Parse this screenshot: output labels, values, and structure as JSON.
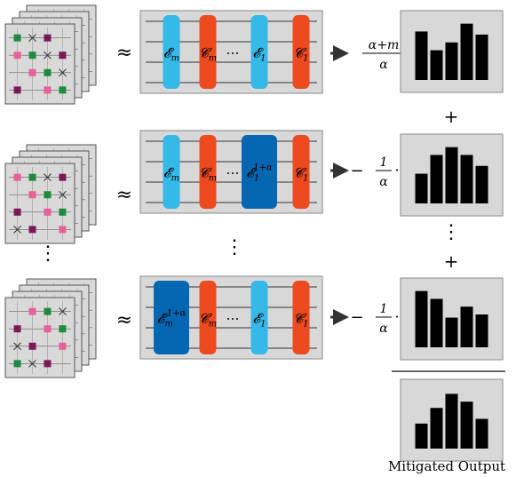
{
  "approx_symbol": "≈",
  "dots_h": "⋯",
  "dots_v": "⋮",
  "plus": "+",
  "rows": [
    {
      "gates": [
        {
          "label": "𝓔",
          "sub": "m",
          "sup": "",
          "color": "#35b9e9"
        },
        {
          "label": "𝓒",
          "sub": "m",
          "sup": "",
          "color": "#ee4a20"
        },
        {
          "label": "𝓔",
          "sub": "1",
          "sup": "",
          "color": "#35b9e9"
        },
        {
          "label": "𝓒",
          "sub": "1",
          "sup": "",
          "color": "#ee4a20"
        }
      ],
      "coef_sign": "",
      "coef_num": "α+m",
      "coef_den": "α",
      "hist": [
        0.62,
        0.38,
        0.48,
        0.72,
        0.58
      ]
    },
    {
      "gates": [
        {
          "label": "𝓔",
          "sub": "m",
          "sup": "",
          "color": "#35b9e9"
        },
        {
          "label": "𝓒",
          "sub": "m",
          "sup": "",
          "color": "#ee4a20"
        },
        {
          "label": "𝓔",
          "sub": "1",
          "sup": "1+α",
          "color": "#0567b2"
        },
        {
          "label": "𝓒",
          "sub": "1",
          "sup": "",
          "color": "#ee4a20"
        }
      ],
      "coef_sign": "−",
      "coef_num": "1",
      "coef_den": "α",
      "hist": [
        0.38,
        0.62,
        0.72,
        0.62,
        0.48
      ]
    },
    {
      "gates": [
        {
          "label": "𝓔",
          "sub": "m",
          "sup": "1+α",
          "color": "#0567b2"
        },
        {
          "label": "𝓒",
          "sub": "m",
          "sup": "",
          "color": "#ee4a20"
        },
        {
          "label": "𝓔",
          "sub": "1",
          "sup": "",
          "color": "#35b9e9"
        },
        {
          "label": "𝓒",
          "sub": "1",
          "sup": "",
          "color": "#ee4a20"
        }
      ],
      "coef_sign": "−",
      "coef_num": "1",
      "coef_den": "α",
      "hist": [
        0.72,
        0.62,
        0.38,
        0.52,
        0.42
      ]
    }
  ],
  "output_hist": [
    0.32,
    0.52,
    0.7,
    0.6,
    0.38
  ],
  "output_label": "Mitigated Output",
  "colors": {
    "panel_fill": "#d8d8d8",
    "panel_stroke": "#9a9a9a",
    "bar": "#000000",
    "chip_bg": "#d9d9d9",
    "chip_green": "#1e8a3c",
    "chip_purple": "#7a1a55",
    "chip_pink": "#e8609a"
  }
}
